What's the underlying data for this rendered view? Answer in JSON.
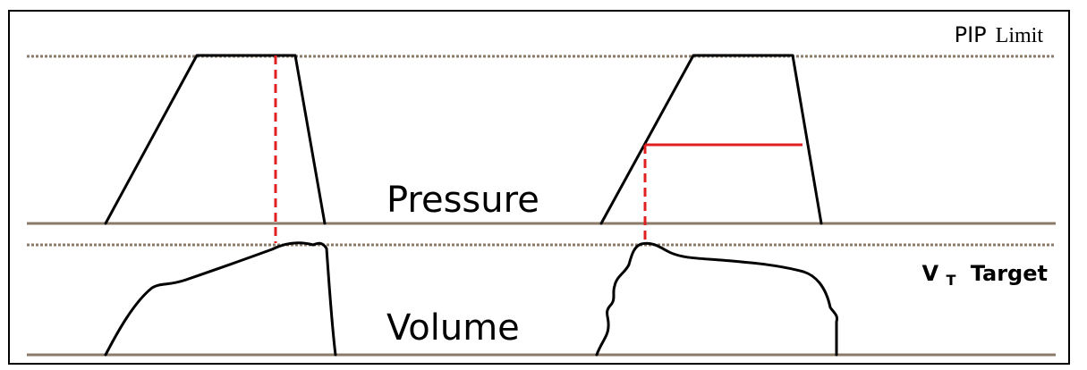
{
  "labels": {
    "pip_limit_bold": "PIP",
    "pip_limit_rest": "Limit",
    "pressure": "Pressure",
    "volume": "Volume",
    "vt_target_main": "V",
    "vt_target_sub": "T",
    "vt_target_rest": "Target"
  },
  "colors": {
    "background": "#ffffff",
    "frame": "#000000",
    "waveform": "#000000",
    "baseline": "#8b7a67",
    "limit_line": "#8b7a67",
    "marker": "#e02020"
  }
}
